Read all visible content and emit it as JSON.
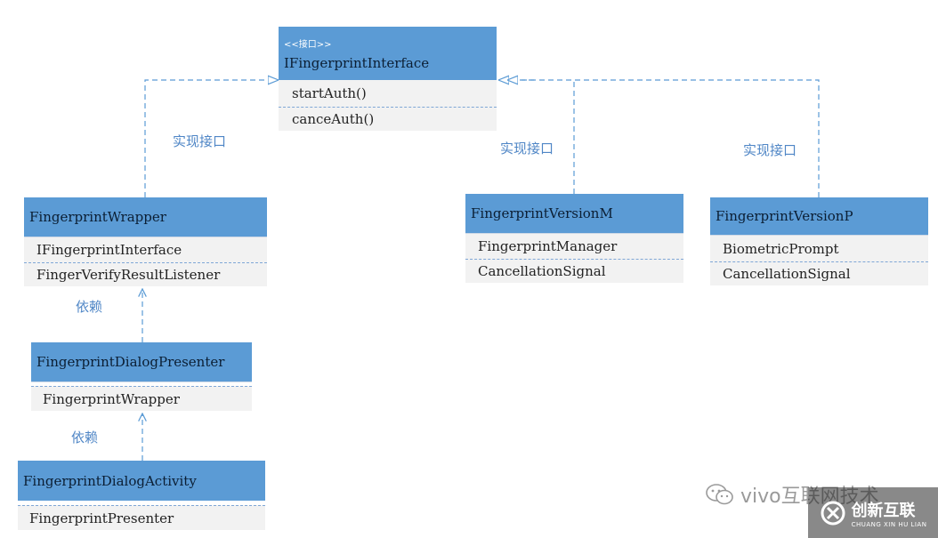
{
  "interface": {
    "stereotype": "<<接口>>",
    "name": "IFingerprintInterface",
    "methods": [
      "startAuth()",
      "canceAuth()"
    ]
  },
  "classes": {
    "wrapper": {
      "name": "FingerprintWrapper",
      "members": [
        "IFingerprintInterface",
        "FingerVerifyResultListener"
      ]
    },
    "presenter": {
      "name": "FingerprintDialogPresenter",
      "members": [
        "FingerprintWrapper"
      ]
    },
    "activity": {
      "name": "FingerprintDialogActivity",
      "members": [
        "FingerprintPresenter"
      ]
    },
    "version_m": {
      "name": "FingerprintVersionM",
      "members": [
        "FingerprintManager",
        "CancellationSignal"
      ]
    },
    "version_p": {
      "name": "FingerprintVersionP",
      "members": [
        "BiometricPrompt",
        "CancellationSignal"
      ]
    }
  },
  "edge_labels": {
    "impl_wrapper": "实现接口",
    "impl_m": "实现接口",
    "impl_p": "实现接口",
    "dep_presenter": "依赖",
    "dep_activity": "依赖"
  },
  "watermarks": {
    "wechat": "vivo互联网技术",
    "site": "创新互联",
    "site_sub": "CHUANG XIN HU LIAN"
  },
  "colors": {
    "header": "#5b9bd5",
    "body": "#f2f2f2",
    "connector": "#5b9bd5",
    "label": "#4f86c6"
  }
}
